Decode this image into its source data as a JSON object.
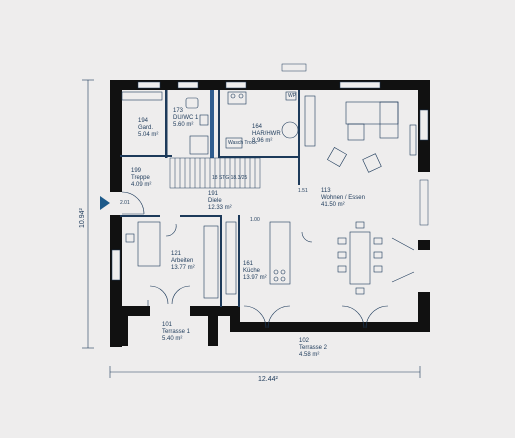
{
  "rooms": [
    {
      "id": "194",
      "name": "Gard.",
      "area": "5.04 m²"
    },
    {
      "id": "173",
      "name": "DU/WC 1",
      "area": "5.60 m²"
    },
    {
      "id": "164",
      "name": "HAR/HWR",
      "area": "8.96 m²"
    },
    {
      "id": "199",
      "name": "Treppe",
      "area": "4.09 m²"
    },
    {
      "id": "191",
      "name": "Diele",
      "area": "12.33 m²"
    },
    {
      "id": "113",
      "name": "Wohnen / Essen",
      "area": "41.50 m²"
    },
    {
      "id": "121",
      "name": "Arbeiten",
      "area": "13.77 m²"
    },
    {
      "id": "161",
      "name": "Küche",
      "area": "13.97 m²"
    },
    {
      "id": "101",
      "name": "Terrasse 1",
      "area": "5.40 m²"
    },
    {
      "id": "102",
      "name": "Terrasse 2",
      "area": "4.58 m²"
    }
  ],
  "annotations": {
    "stair_note": "18 STG 18.3/25",
    "wm_label": "Wasch Trock",
    "heights": [
      "2.01",
      "1.51",
      "1.00"
    ],
    "wp_label": "WP"
  },
  "dimensions": {
    "width": "12.44²",
    "height": "10.94²"
  },
  "colors": {
    "wall": "#111111",
    "line": "#1d3a5a",
    "accent": "#2f5d8f",
    "background": "#eeeded"
  }
}
